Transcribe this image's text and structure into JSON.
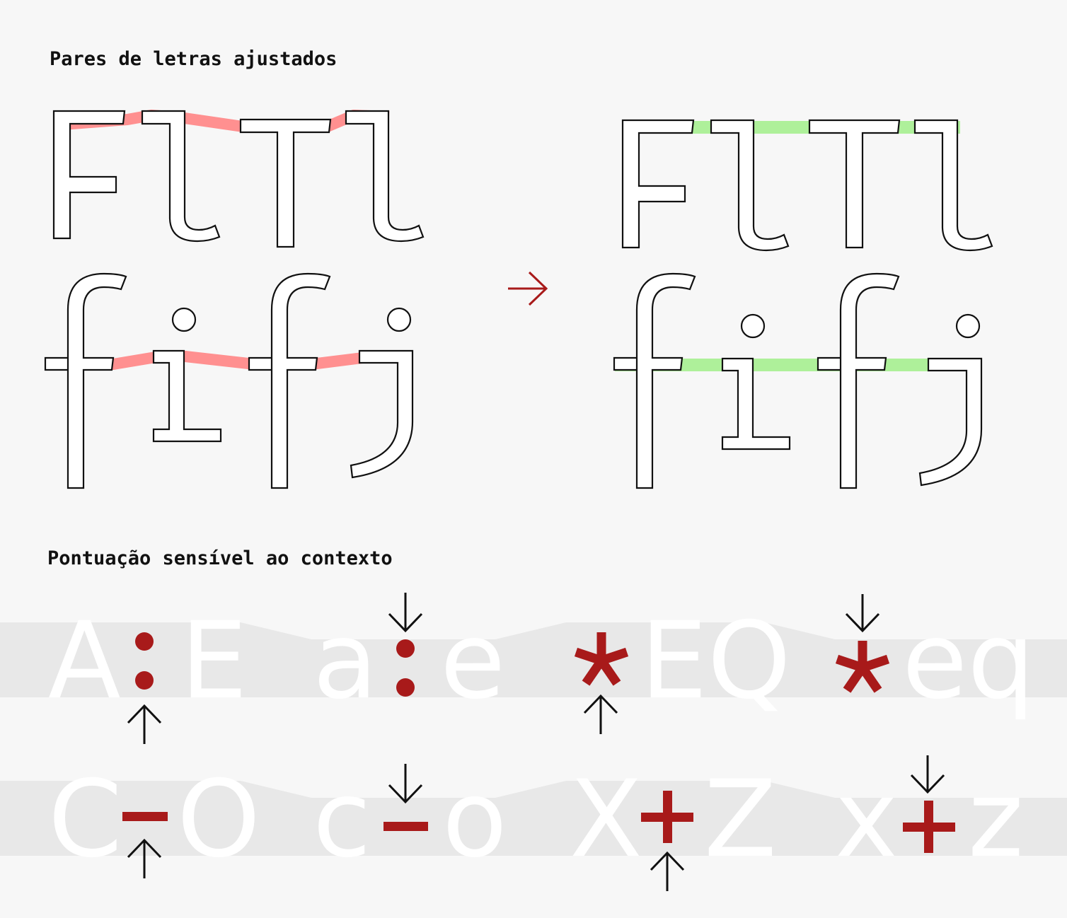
{
  "headings": {
    "ligatures": "Pares de letras ajustados",
    "punctuation": "Pontuação sensível ao contexto"
  },
  "colors": {
    "background": "#f7f7f7",
    "band": "#e8e8e8",
    "bad_highlight": "#ff9090",
    "good_highlight": "#aef09a",
    "accent": "#a81a1a",
    "outline": "#111111",
    "letter": "#ffffff"
  },
  "icons": {
    "transform": "right-arrow-icon",
    "adjust_up": "up-arrow-icon",
    "adjust_down": "down-arrow-icon"
  },
  "pairs": [
    {
      "left": "A",
      "mark": ":",
      "right": "E"
    },
    {
      "left": "a",
      "mark": ":",
      "right": "e"
    },
    {
      "left": "",
      "mark": "*",
      "right": "EQ"
    },
    {
      "left": "",
      "mark": "*",
      "right": "eq"
    },
    {
      "left": "C",
      "mark": "−",
      "right": "O"
    },
    {
      "left": "c",
      "mark": "−",
      "right": "o"
    },
    {
      "left": "X",
      "mark": "+",
      "right": "Z"
    },
    {
      "left": "x",
      "mark": "+",
      "right": "z"
    }
  ]
}
